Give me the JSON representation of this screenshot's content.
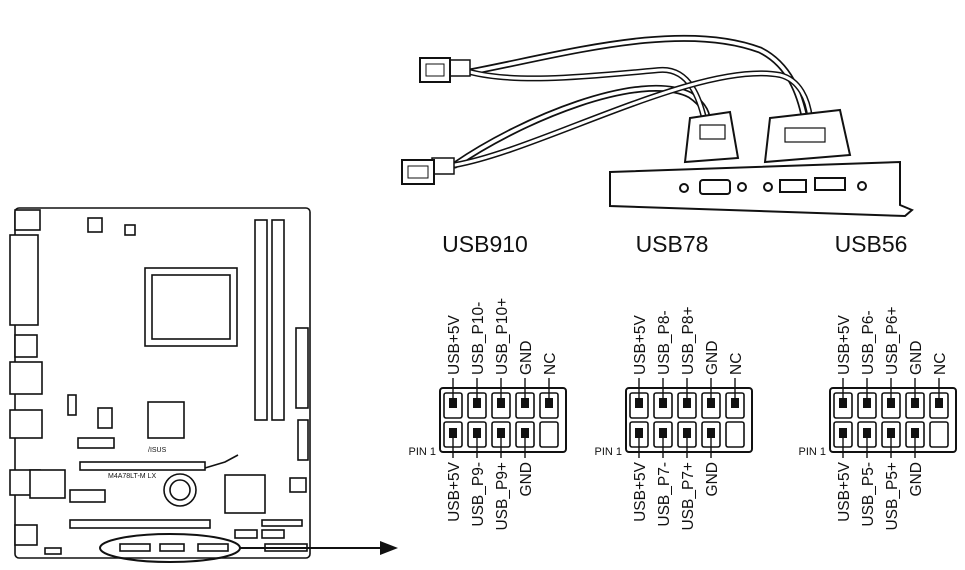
{
  "headers": [
    {
      "id": "usb910",
      "title": "USB910",
      "top_pins": [
        "USB+5V",
        "USB_P10-",
        "USB_P10+",
        "GND",
        "NC"
      ],
      "bottom_pins": [
        "USB+5V",
        "USB_P9-",
        "USB_P9+",
        "GND"
      ],
      "pin1_label": "PIN 1"
    },
    {
      "id": "usb78",
      "title": "USB78",
      "top_pins": [
        "USB+5V",
        "USB_P8-",
        "USB_P8+",
        "GND",
        "NC"
      ],
      "bottom_pins": [
        "USB+5V",
        "USB_P7-",
        "USB_P7+",
        "GND"
      ],
      "pin1_label": "PIN 1"
    },
    {
      "id": "usb56",
      "title": "USB56",
      "top_pins": [
        "USB+5V",
        "USB_P6-",
        "USB_P6+",
        "GND",
        "NC"
      ],
      "bottom_pins": [
        "USB+5V",
        "USB_P5-",
        "USB_P5+",
        "GND"
      ],
      "pin1_label": "PIN 1"
    }
  ],
  "board": {
    "model_label": "M4A78LT-M LX",
    "brand_label": "/ISUS"
  },
  "colors": {
    "line": "#111111",
    "background": "#ffffff",
    "pin_fill": "#111111",
    "header_fill": "#ffffff"
  },
  "icons": [
    "usb-cable-icon",
    "rear-bracket-icon",
    "motherboard-icon",
    "pointer-arrow-icon"
  ]
}
